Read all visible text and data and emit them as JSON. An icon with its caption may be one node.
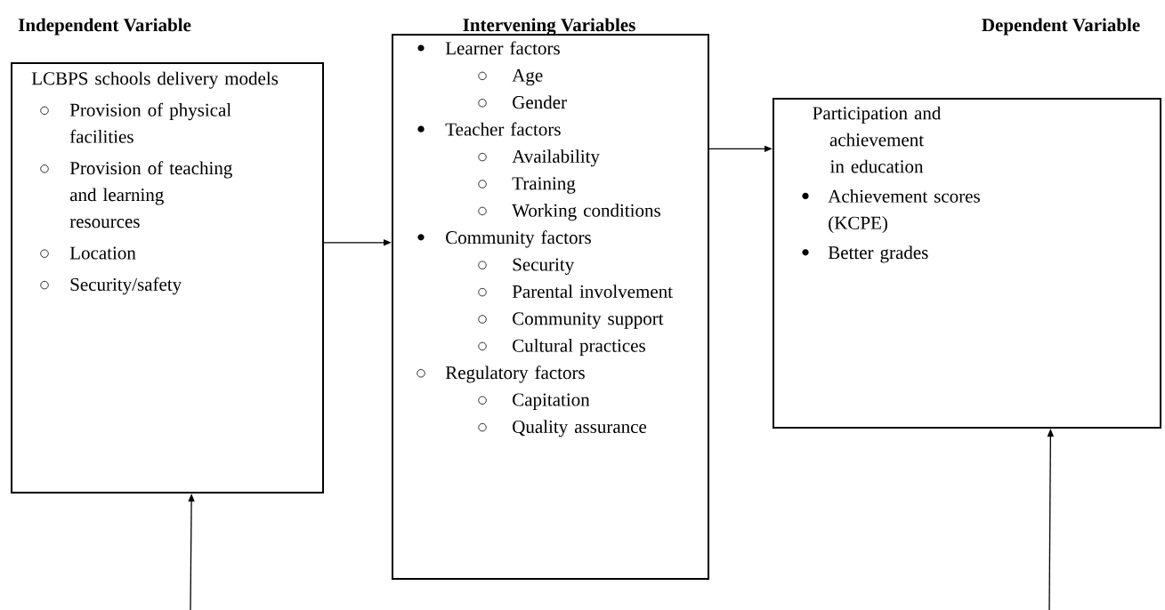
{
  "diagram": {
    "nodes": [
      {
        "text": [
          "Independent Variable",
          "LCBPS schools delivery models",
          "Provision of physical facilities",
          "Provision of teaching and learning resources",
          "Location",
          "Security/safety"
        ]
      },
      {
        "text": [
          "Intervening Variables",
          "Learner factors",
          "Age",
          "Gender",
          "Teacher factors",
          "Availability",
          "Training",
          "Working conditions",
          "Community factors",
          "Security",
          "Parental involvement",
          "Community support",
          "Cultural practices",
          "Regulatory factors",
          "Capitation",
          "Quality assurance"
        ]
      },
      {
        "text": [
          "Dependent Variable",
          "Participation and achievement in education",
          "Achievement scores (KCPE)",
          "Better grades"
        ]
      }
    ],
    "edges": [
      {
        "from": 0,
        "to": 1,
        "arrow": "to"
      },
      {
        "from": 1,
        "to": 2,
        "arrow": "to"
      },
      {
        "from": null,
        "to": 0,
        "arrow": "to"
      },
      {
        "from": null,
        "to": 2,
        "arrow": "to"
      }
    ]
  }
}
